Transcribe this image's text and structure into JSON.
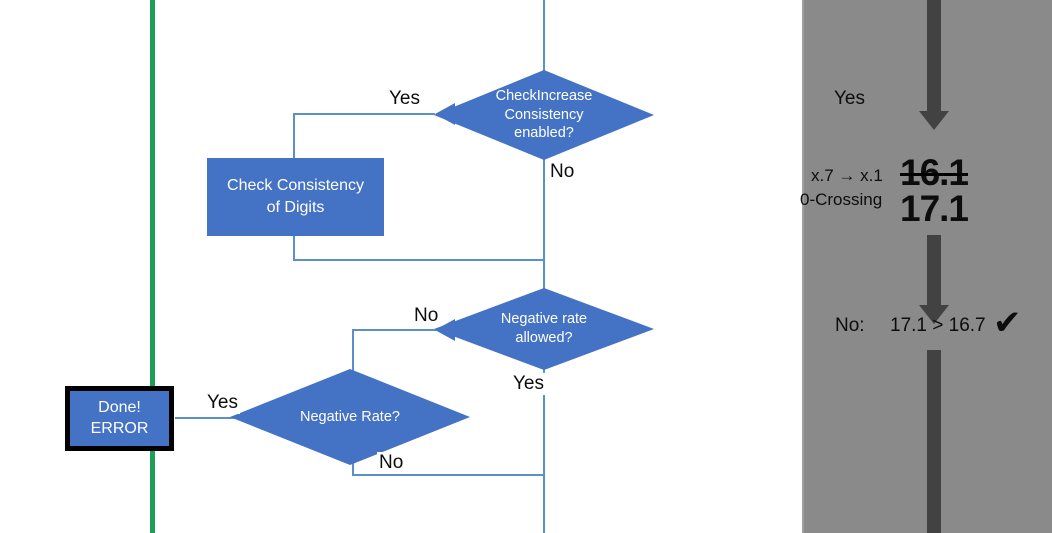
{
  "flowchart": {
    "nodes": {
      "check_increase": {
        "line1": "CheckIncrease",
        "line2": "Consistency",
        "line3": "enabled?"
      },
      "check_consistency_box": {
        "line1": "Check Consistency",
        "line2": "of Digits"
      },
      "negative_rate_allowed": {
        "line1": "Negative rate",
        "line2": "allowed?"
      },
      "negative_rate": {
        "line1": "Negative Rate?"
      },
      "done_error": {
        "line1": "Done!",
        "line2": "ERROR"
      }
    },
    "edge_labels": {
      "yes_top": "Yes",
      "no_top": "No",
      "no_mid": "No",
      "yes_mid": "Yes",
      "yes_left": "Yes",
      "no_bottom": "No"
    },
    "colors": {
      "shape_fill": "#4472C4",
      "connector": "#5B8FC9",
      "divider_green": "#1F9E55",
      "shape_text": "#FFFFFF",
      "label_text": "#0D0D0D"
    }
  },
  "side_panel": {
    "background": "#8A8A8A",
    "arrow_color": "#424242",
    "yes_label": "Yes",
    "rule_line1": "x.7 → x.1",
    "rule_line2": "0-Crossing",
    "value_struck": "16.1",
    "value_result": "17.1",
    "no_label": "No:",
    "comparison": "17.1 > 16.7",
    "check_mark": "✔"
  }
}
